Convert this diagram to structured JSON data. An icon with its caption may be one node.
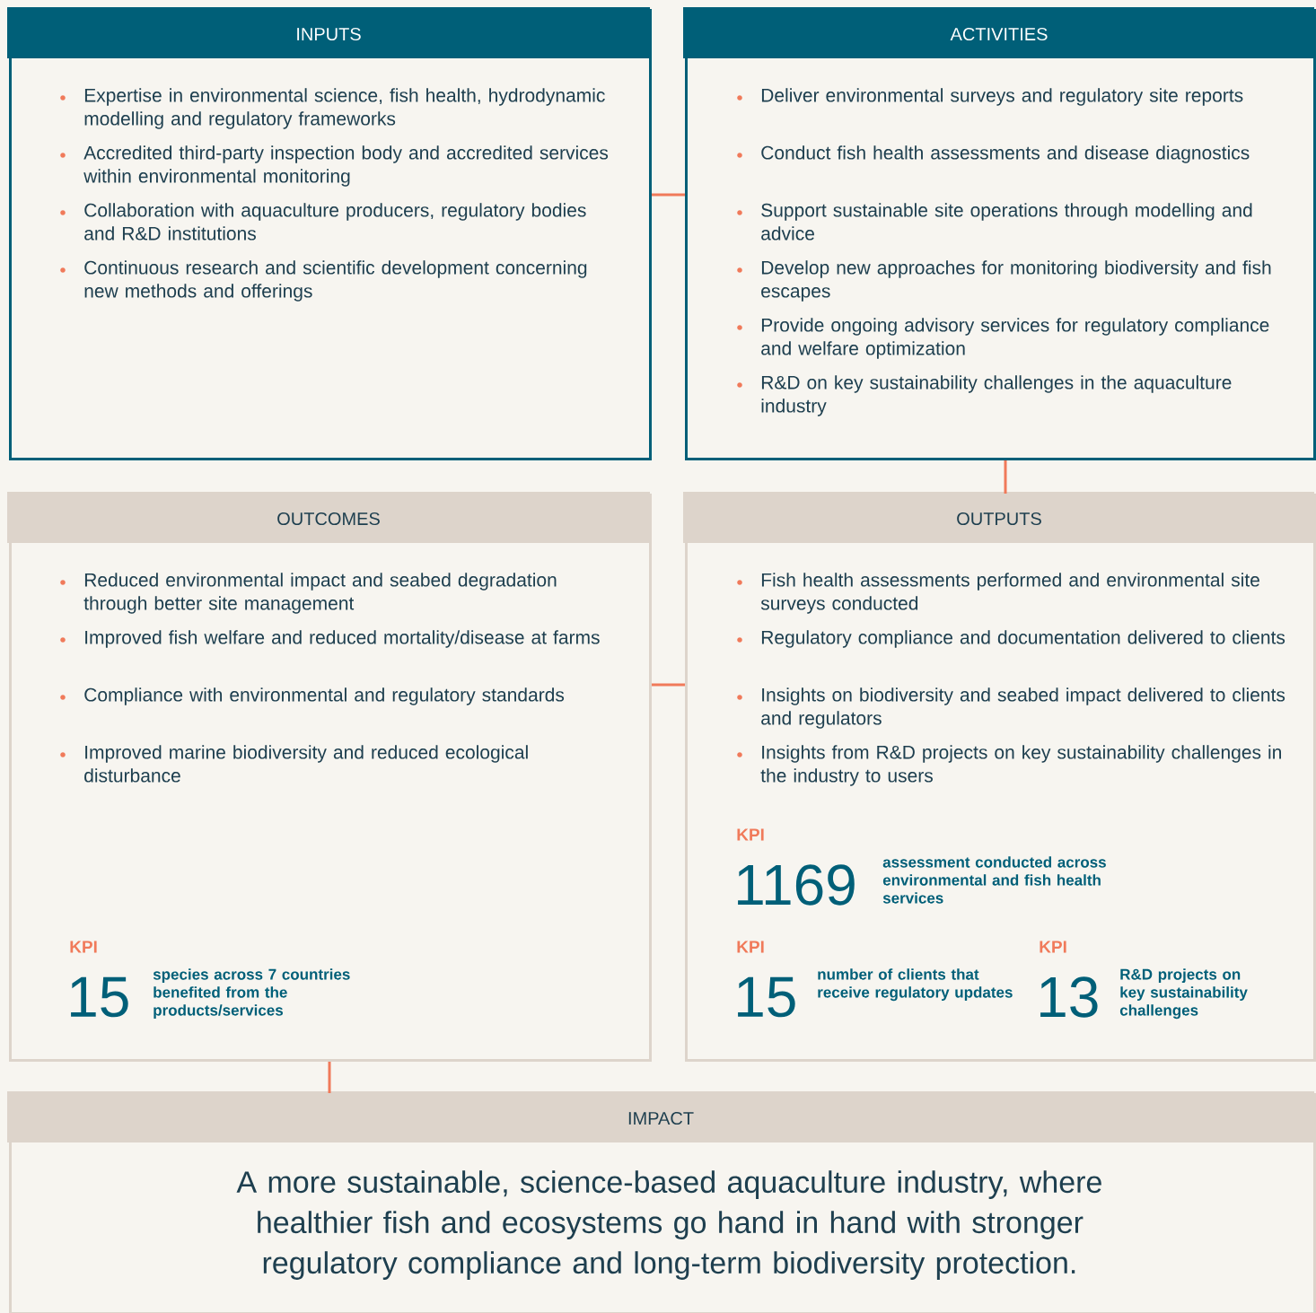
{
  "diagram": {
    "nodes": [
      {
        "text": [
          "INPUTS",
          "Expertise in environmental science, fish health, hydrodynamic modelling and regulatory frameworks",
          "Accredited third-party inspection body and accredited services within environmental monitoring",
          "Collaboration with aquaculture producers, regulatory bodies and R&D institutions",
          "Continuous research and scientific development concerning new methods and offerings"
        ]
      },
      {
        "text": [
          "ACTIVITIES",
          "Deliver environmental surveys and regulatory site reports",
          "Conduct fish health assessments and disease diagnostics",
          "Support sustainable site operations through modelling and advice",
          "Develop new approaches for monitoring biodiversity and fish escapes",
          "Provide ongoing advisory services for regulatory compliance and welfare optimization",
          "R&D on key sustainability challenges in the aquaculture industry"
        ]
      },
      {
        "text": [
          "OUTCOMES",
          "Reduced environmental impact and seabed degradation through better site management",
          "Improved fish welfare and reduced mortality/disease at farms",
          "Compliance with environmental and regulatory standards",
          "Improved marine biodiversity and reduced ecological disturbance",
          "KPI",
          "15",
          "species across 7 countries benefited from the products/services"
        ]
      },
      {
        "text": [
          "OUTPUTS",
          "Fish health assessments performed and environmental site surveys conducted",
          "Regulatory compliance and documentation delivered to clients",
          "Insights on biodiversity and seabed impact delivered to clients and regulators",
          "Insights from R&D projects on key sustainability challenges in the industry to users",
          "KPI",
          "1169",
          "assessment conducted across environmental and fish health services",
          "KPI",
          "15",
          "number of clients that receive regulatory updates",
          "KPI",
          "13",
          "R&D projects on key sustainability challenges"
        ]
      },
      {
        "text": [
          "IMPACT",
          "A more sustainable, science-based aquaculture industry, where healthier fish and ecosystems go hand in hand with stronger regulatory compliance and long-term biodiversity protection."
        ]
      }
    ],
    "edges": [
      {
        "from": 0,
        "to": 1,
        "arrow": "none"
      },
      {
        "from": 1,
        "to": 3,
        "arrow": "none"
      },
      {
        "from": 3,
        "to": 2,
        "arrow": "none"
      },
      {
        "from": 2,
        "to": 4,
        "arrow": "none"
      }
    ]
  }
}
